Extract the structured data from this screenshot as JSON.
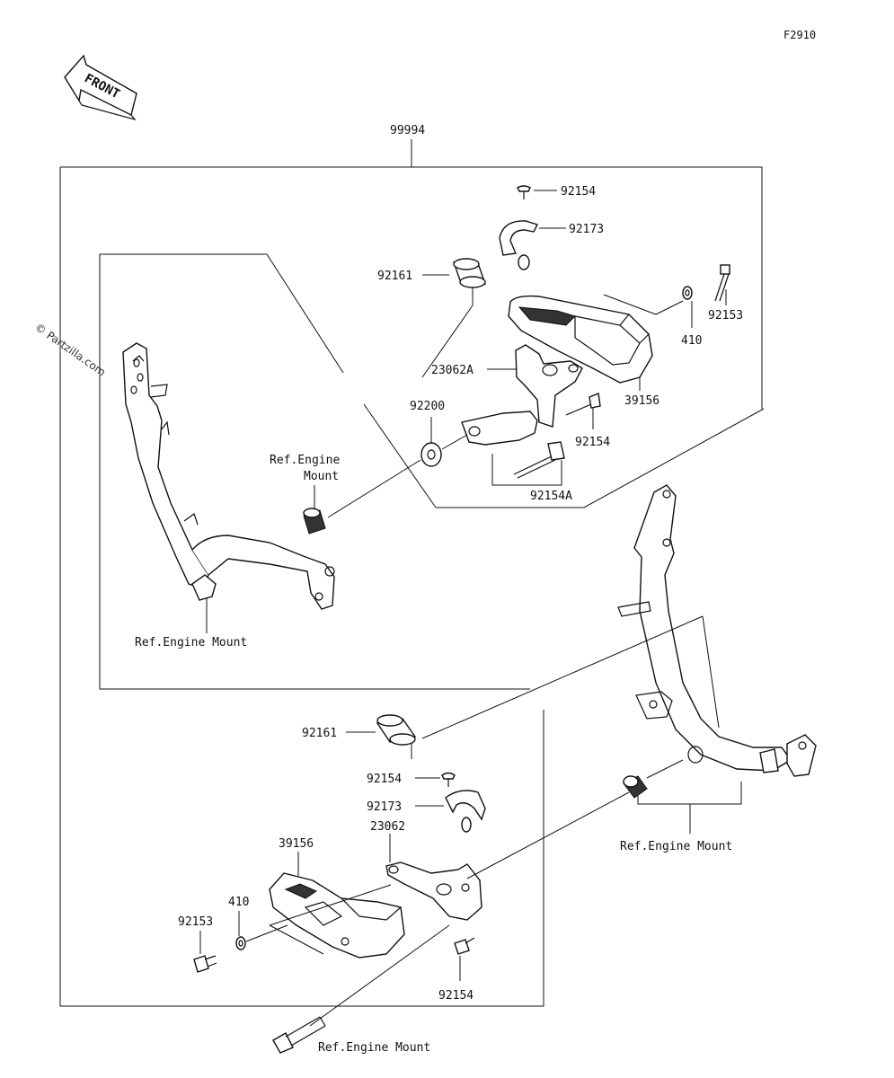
{
  "figure_id": "F2910",
  "front_label": "FRONT",
  "watermark": "© Partzilla.com",
  "assembly_number": "99994",
  "labels": {
    "p92154_a": "92154",
    "p92173_a": "92173",
    "p92161_a": "92161",
    "p92153_a": "92153",
    "p410_a": "410",
    "p39156_a": "39156",
    "p23062A": "23062A",
    "p92200": "92200",
    "p92154_b": "92154",
    "p92154A": "92154A",
    "ref_engine_mount_1_l1": "Ref.Engine",
    "ref_engine_mount_1_l2": "Mount",
    "ref_engine_mount_2": "Ref.Engine Mount",
    "p92161_b": "92161",
    "p92154_c": "92154",
    "p92173_b": "92173",
    "p23062": "23062",
    "p39156_b": "39156",
    "p410_b": "410",
    "p92153_b": "92153",
    "p92154_d": "92154",
    "ref_engine_mount_3": "Ref.Engine Mount",
    "ref_engine_mount_4": "Ref.Engine Mount"
  }
}
